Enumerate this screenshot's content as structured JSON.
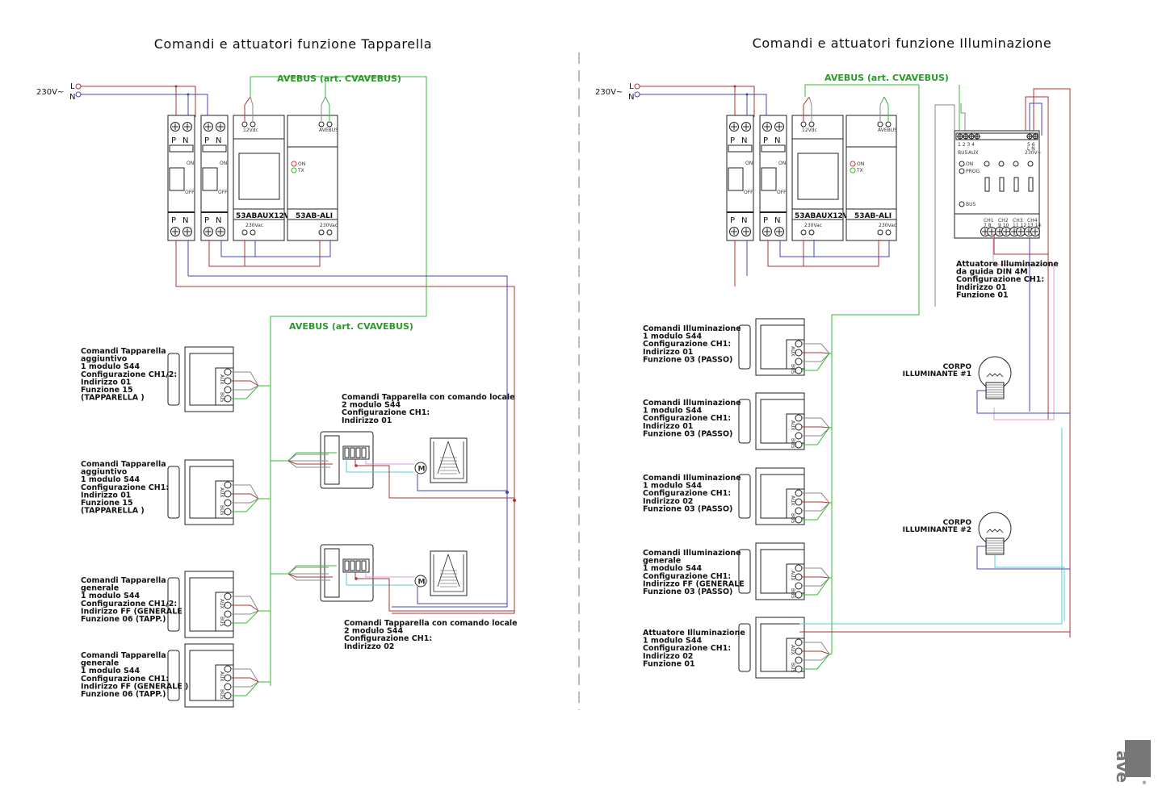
{
  "titles": {
    "left": "Comandi e attuatori funzione Tapparella",
    "right": "Comandi e attuatori funzione Illuminazione"
  },
  "supply": {
    "voltage": "230V~",
    "line": "L",
    "neutral": "N"
  },
  "bus_label": "AVEBUS (art. CVAVEBUS)",
  "breaker": {
    "p": "P",
    "n": "N",
    "on": "ON",
    "off": "OFF"
  },
  "psu": {
    "model": "53ABAUX12V",
    "output": "12Vdc",
    "input": "230Vac"
  },
  "ali": {
    "model": "53AB-ALI",
    "bus": "AVEBUS",
    "on": "ON",
    "tx": "TX",
    "input": "230Vac"
  },
  "din_actuator": {
    "terminals_top": "1  2  3  4",
    "bus": "BUS",
    "aux": "AUX",
    "terminals_power": "5  6",
    "ln": "L  N",
    "supply": "230V~",
    "on": "ON",
    "prog": "PROG",
    "bus_led": "BUS",
    "channels": [
      "CH1",
      "CH2",
      "CH3",
      "CH4"
    ],
    "channel_terminals": [
      "7  8",
      "9 10",
      "11 12",
      "13 14"
    ]
  },
  "module_terminals": {
    "bus": "BUS",
    "aux": "AUX"
  },
  "motor_label": "M",
  "left": {
    "modules": [
      {
        "lines": [
          "Comandi Tapparella",
          "aggiuntivo",
          "1 modulo S44",
          "Configurazione CH1/2:",
          "Indirizzo   01",
          "Funzione  15",
          "(TAPPARELLA )"
        ]
      },
      {
        "lines": [
          "Comandi Tapparella",
          "aggiuntivo",
          "1 modulo S44",
          "Configurazione CH1:",
          "Indirizzo   01",
          "Funzione  15",
          "(TAPPARELLA )"
        ]
      },
      {
        "lines": [
          "Comandi Tapparella",
          "generale",
          "1 modulo S44",
          "Configurazione CH1/2:",
          "Indirizzo   FF (GENERALE",
          "Funzione  06 (TAPP.)"
        ]
      },
      {
        "lines": [
          "Comandi Tapparella",
          "generale",
          "1 modulo S44",
          "Configurazione CH1:",
          "Indirizzo   FF (GENERALE )",
          "Funzione  06 (TAPP.)"
        ]
      }
    ],
    "local": [
      {
        "lines": [
          "Comandi Tapparella con comando locale",
          "2 modulo S44",
          "Configurazione CH1:",
          "Indirizzo   01"
        ]
      },
      {
        "lines": [
          "Comandi Tapparella con comando locale",
          "2 modulo S44",
          "Configurazione CH1:",
          "Indirizzo   02"
        ]
      }
    ]
  },
  "right": {
    "modules": [
      {
        "lines": [
          "Comandi Illuminazione",
          "1 modulo S44",
          "Configurazione CH1:",
          "Indirizzo   01",
          "Funzione   03 (PASSO)"
        ]
      },
      {
        "lines": [
          "Comandi Illuminazione",
          "1 modulo S44",
          "Configurazione CH1:",
          "Indirizzo   01",
          "Funzione   03 (PASSO)"
        ]
      },
      {
        "lines": [
          "Comandi Illuminazione",
          "1 modulo S44",
          "Configurazione CH1:",
          "Indirizzo   02",
          "Funzione   03 (PASSO)"
        ]
      },
      {
        "lines": [
          "Comandi Illuminazione",
          "generale",
          "1 modulo S44",
          "Configurazione CH1:",
          "Indirizzo   FF (GENERALE",
          "Funzione   03 (PASSO)"
        ]
      },
      {
        "lines": [
          "Attuatore Illuminazione",
          "1 modulo S44",
          "Configurazione CH1:",
          "Indirizzo   02",
          "Funzione   01"
        ]
      }
    ],
    "din_label": {
      "lines": [
        "Attuatore Illuminazione",
        "da guida DIN 4M",
        "Configurazione CH1:",
        "Indirizzo    01",
        "Funzione    01"
      ]
    },
    "lamps": [
      {
        "lines": [
          "CORPO",
          "ILLUMINANTE  #1"
        ]
      },
      {
        "lines": [
          "CORPO",
          "ILLUMINANTE  #2"
        ]
      }
    ]
  },
  "logo": {
    "text": "ave",
    "registered": "®"
  },
  "colors": {
    "line": "#aa3333",
    "neutral": "#4444bb",
    "bus": "#33bb33",
    "logo": "#777777"
  }
}
